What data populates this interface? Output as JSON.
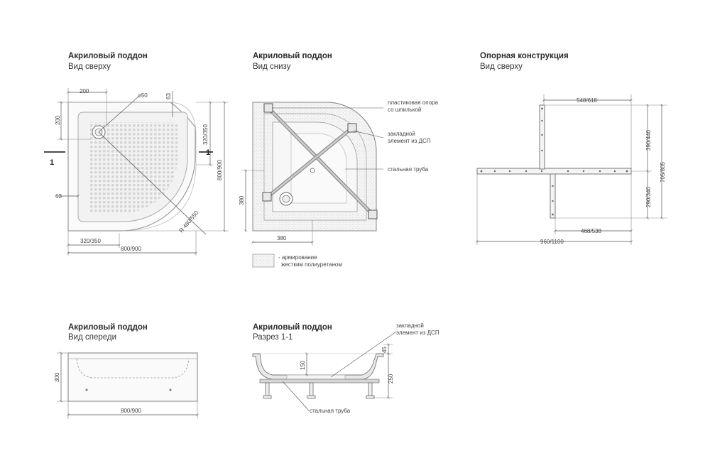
{
  "views": {
    "top": {
      "title": "Акриловый поддон",
      "subtitle": "Вид сверху"
    },
    "bottom": {
      "title": "Акриловый поддон",
      "subtitle": "Вид снизу"
    },
    "frame": {
      "title": "Опорная конструкция",
      "subtitle": "Вид сверху"
    },
    "front": {
      "title": "Акриловый поддон",
      "subtitle": "Вид спереди"
    },
    "section": {
      "title": "Акриловый поддон",
      "subtitle": "Разрез 1-1"
    }
  },
  "top_dims": {
    "d200": "200",
    "d50": "⌀50",
    "d63a": "63",
    "d200v": "200",
    "d320h": "320/350",
    "d320v": "320/350",
    "d800v": "800/900",
    "d800h": "800/900",
    "d63b": "63",
    "radius": "R 480/550",
    "sec_mark": "1"
  },
  "bottom_dims": {
    "d380v": "380",
    "d380h": "380",
    "label_support_1": "пластиковая опора",
    "label_support_2": "со шпилькой",
    "label_insert_1": "закладной",
    "label_insert_2": "элемент из ДСП",
    "label_pipe": "стальная труба",
    "legend_1": "- армирование",
    "legend_2": "жестким полиуретаном"
  },
  "frame_dims": {
    "d548": "548/618",
    "d390": "390/440",
    "d705": "705/805",
    "d290": "290/340",
    "d468": "468/538",
    "d960": "960/1100"
  },
  "front_dims": {
    "d300": "300",
    "d800": "800/900"
  },
  "section_dims": {
    "label_insert_1": "закладной",
    "label_insert_2": "элемент из ДСП",
    "d45": "45",
    "d150": "150",
    "d250": "250",
    "label_pipe": "стальная труба"
  }
}
